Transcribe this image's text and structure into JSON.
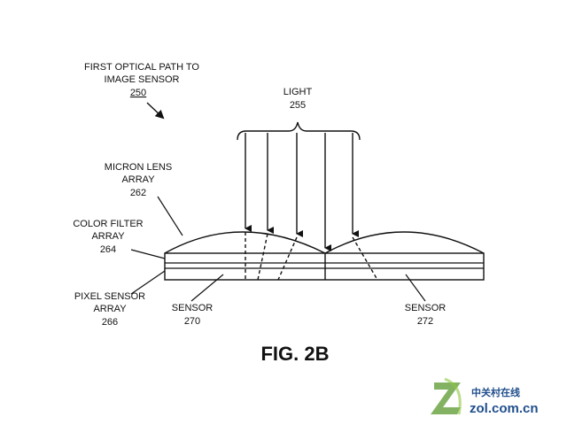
{
  "labels": {
    "first_optical_path_line1": "FIRST OPTICAL PATH TO",
    "first_optical_path_line2": "IMAGE SENSOR",
    "first_optical_path_ref": "250",
    "light": "LIGHT",
    "light_ref": "255",
    "micron_lens_line1": "MICRON LENS",
    "micron_lens_line2": "ARRAY",
    "micron_lens_ref": "262",
    "color_filter_line1": "COLOR FILTER",
    "color_filter_line2": "ARRAY",
    "color_filter_ref": "264",
    "pixel_sensor_line1": "PIXEL SENSOR",
    "pixel_sensor_line2": "ARRAY",
    "pixel_sensor_ref": "266",
    "sensor_left": "SENSOR",
    "sensor_left_ref": "270",
    "sensor_right": "SENSOR",
    "sensor_right_ref": "272"
  },
  "figure_caption": "FIG. 2B",
  "watermark": {
    "cn": "中关村在线",
    "en": "zol.com.cn"
  },
  "colors": {
    "line": "#111111",
    "watermark": "#1f4e8c"
  }
}
